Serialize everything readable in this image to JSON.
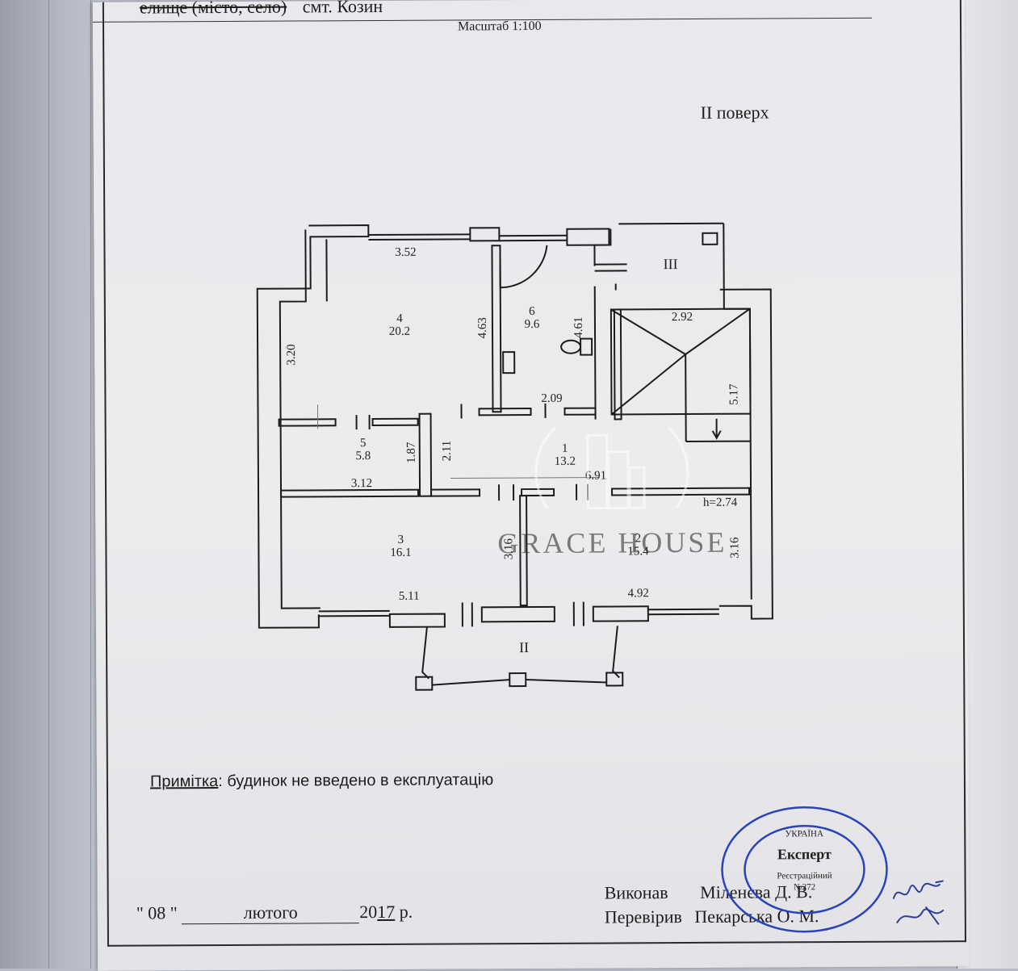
{
  "header": {
    "locality_label": "елище (місто, село)",
    "locality_value": "смт. Козин",
    "scale": "Масштаб 1:100"
  },
  "floor_title": "ІІ поверх",
  "plan": {
    "top_left_width": "3.52",
    "left_height": "3.20",
    "room4": {
      "number": "4",
      "area": "20.2"
    },
    "room4_height": "4.63",
    "room6": {
      "number": "6",
      "area": "9.6"
    },
    "room6_height": "4.61",
    "stair_label": "ІІІ",
    "stair_width": "2.92",
    "stair_length": "5.17",
    "corridor_top": "2.09",
    "room5": {
      "number": "5",
      "area": "5.8"
    },
    "room5_height": "1.87",
    "room5_width": "3.12",
    "corridor_depth": "2.11",
    "room1": {
      "number": "1",
      "area": "13.2"
    },
    "room1_width": "6.91",
    "ceiling_height": "h=2.74",
    "room3": {
      "number": "3",
      "area": "16.1"
    },
    "room3_height": "3.16",
    "room3_width": "5.11",
    "room2": {
      "number": "2",
      "area": "15.4"
    },
    "room2_height": "3.16",
    "room2_width": "4.92",
    "balcony_label": "ІІ"
  },
  "watermark": "GRACE HOUSE",
  "note": {
    "label": "Примітка",
    "text": ": будинок не введено в експлуатацію"
  },
  "date": {
    "day": "\" 08 \"",
    "month": "лютого",
    "year_prefix": "20",
    "year_suffix": "17",
    "year_unit": "р."
  },
  "signatures": {
    "performed_label": "Виконав",
    "performed_name": "Міленєва Д. В.",
    "checked_label": "Перевірив",
    "checked_name": "Пекарська О. М."
  },
  "stamp": {
    "country": "УКРАЇНА",
    "title": "Експерт",
    "reg_label": "Реєстраційний",
    "reg_number": "№272"
  },
  "colors": {
    "stamp_ink": "#2b43b8",
    "ink": "#1d1d1d",
    "paper": "#ebebee"
  }
}
